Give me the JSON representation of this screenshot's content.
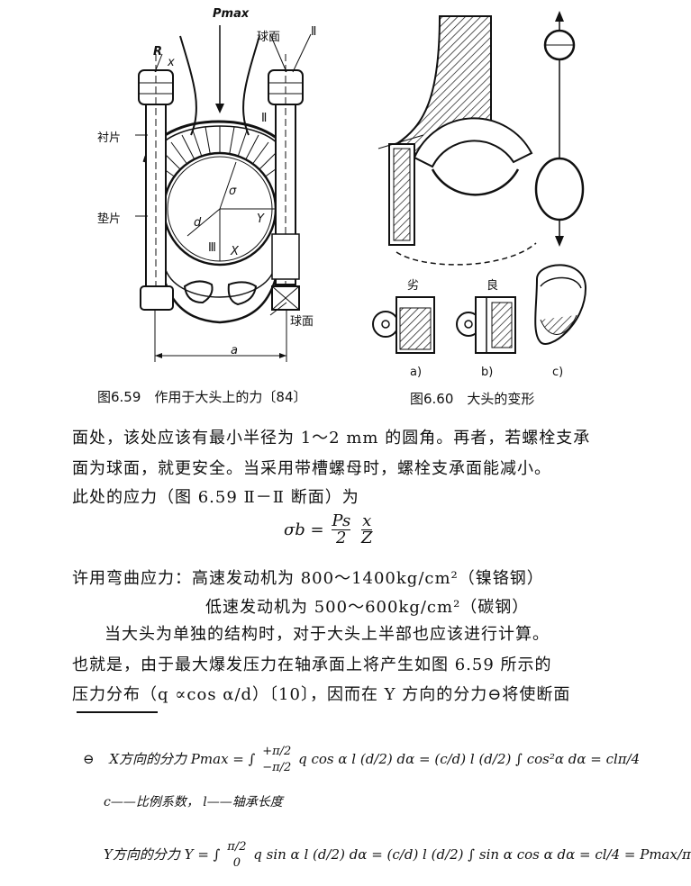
{
  "fig59": {
    "caption": "图6.59　作用于大头上的力〔84〕",
    "labels": {
      "pmax": "Pmax",
      "R": "R",
      "x": "x",
      "ball_top": "球面",
      "II_a": "Ⅱ",
      "II_b": "Ⅱ",
      "liner": "衬片",
      "shim": "垫片",
      "sigma": "σ",
      "d": "d",
      "Y": "Y",
      "X": "X",
      "III": "Ⅲ",
      "ball_bottom": "球面",
      "a": "a"
    }
  },
  "fig60": {
    "caption": "图6.60　大头的变形",
    "bad": "劣",
    "good": "良",
    "sub_a": "a)",
    "sub_b": "b)",
    "sub_c": "c)"
  },
  "text": {
    "line1": "面处，该处应该有最小半径为 1～2 mm 的圆角。再者，若螺栓支承",
    "line2": "面为球面，就更安全。当采用带槽螺母时，螺栓支承面能减小。",
    "line3": "此处的应力（图 6.59 Ⅱ－Ⅱ 断面）为",
    "formula_lhs": "σb = ",
    "formula_num1": "Ps",
    "formula_den1": "2",
    "formula_num2": "x",
    "formula_den2": "Z",
    "line4": "许用弯曲应力：高速发动机为 800～1400kg/cm²（镍铬钢）",
    "line5": "低速发动机为 500～600kg/cm²（碳钢）",
    "line6": "当大头为单独的结构时，对于大头上半部也应该进行计算。",
    "line7": "也就是，由于最大爆发压力在轴承面上将产生如图 6.59 所示的",
    "line8": "压力分布（q ∝cos α/d）〔10〕，因而在 Y 方向的分力⊖将使断面"
  },
  "footnote": {
    "mark": "⊖",
    "x_label": "X方向的分力 Pmax = ∫",
    "x_upper": "+π/2",
    "x_lower": "−π/2",
    "x_body": "q cos α  l (d/2) dα = (c/d) l (d/2) ∫ cos²α dα = clπ/4",
    "c_note": "c——比例系数，  l——轴承长度",
    "y_label": "Y方向的分力 Y = ∫",
    "y_upper": "π/2",
    "y_lower": "0",
    "y_body": "q sin α l (d/2) dα = (c/d) l (d/2) ∫ sin α cos α dα = cl/4 = Pmax/π"
  }
}
